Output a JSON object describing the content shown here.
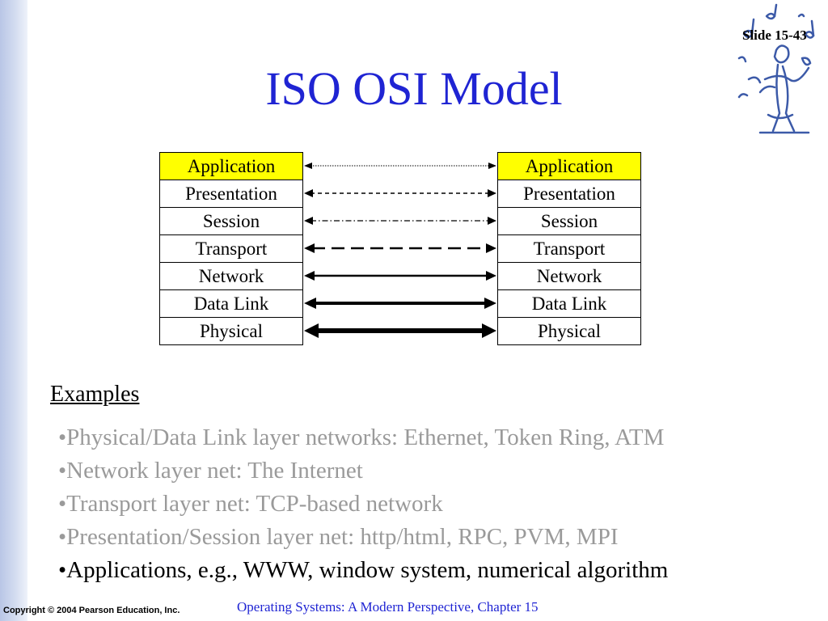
{
  "slide": {
    "number": "Slide 15-43",
    "title": "ISO OSI Model",
    "title_color": "#1f24d3",
    "highlight_color": "#ffff00"
  },
  "stacks": {
    "left": [
      "Application",
      "Presentation",
      "Session",
      "Transport",
      "Network",
      "Data Link",
      "Physical"
    ],
    "right": [
      "Application",
      "Presentation",
      "Session",
      "Transport",
      "Network",
      "Data Link",
      "Physical"
    ]
  },
  "examples": {
    "heading": "Examples",
    "items": [
      "•Physical/Data Link layer networks: Ethernet, Token Ring, ATM",
      "•Network layer net: The Internet",
      "•Transport layer net: TCP-based network",
      "•Presentation/Session layer net: http/html, RPC, PVM, MPI",
      "•Applications, e.g., WWW, window system, numerical algorithm"
    ]
  },
  "footer": {
    "copyright": "Copyright © 2004 Pearson Education, Inc.",
    "text": "Operating Systems: A Modern Perspective, Chapter 15"
  }
}
